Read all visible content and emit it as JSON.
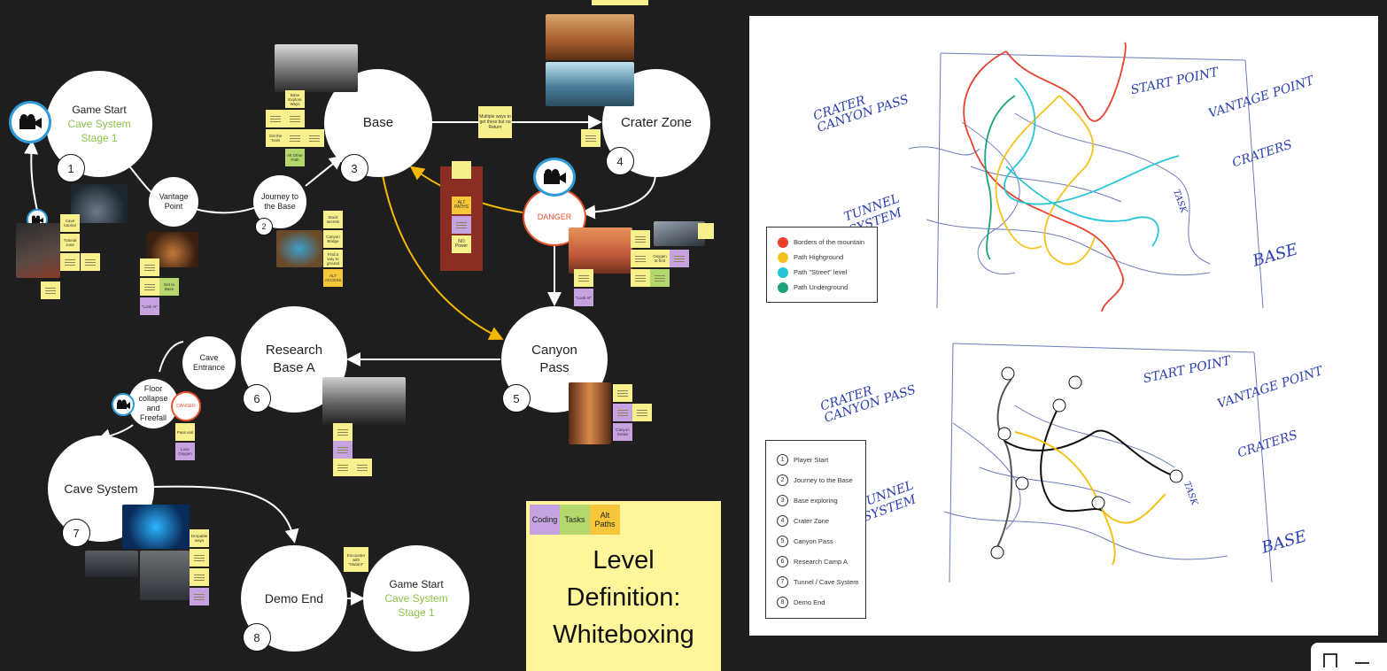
{
  "nodes": {
    "game_start_1": {
      "title": "Game Start",
      "sub1": "Cave System",
      "sub2": "Stage 1",
      "num": "1"
    },
    "vantage": {
      "label": "Vantage Point"
    },
    "journey": {
      "label": "Journey to the Base",
      "num": "2"
    },
    "base": {
      "label": "Base",
      "num": "3"
    },
    "crater": {
      "label": "Crater Zone",
      "num": "4"
    },
    "canyon": {
      "line1": "Canyon",
      "line2": "Pass",
      "num": "5"
    },
    "research": {
      "line1": "Research",
      "line2": "Base A",
      "num": "6"
    },
    "cave_entrance": {
      "line1": "Cave",
      "line2": "Entrance"
    },
    "floor": {
      "label": "Floor collapse and Freefall"
    },
    "cave_system": {
      "label": "Cave System",
      "num": "7"
    },
    "demo_end": {
      "label": "Demo End",
      "num": "8"
    },
    "game_start_2": {
      "title": "Game Start",
      "sub1": "Cave System",
      "sub2": "Stage 1"
    },
    "danger": "DANGER",
    "danger_small": "DANGER"
  },
  "notes": {
    "multiple_ways": "Multiple ways to get there but no Return",
    "alt_paths": "ALT PATHS",
    "no_power": "NO Power",
    "look_at_1": "\"Look At\"",
    "look_at_2": "\"Look At\"",
    "get_to_base": "Get to Base",
    "cave_tutorial": "Cave tutorial",
    "tutorial_zone": "Tutorial zone",
    "base_explore": "Base Explore Ways",
    "get_the_tools": "Get the Tools",
    "alt_other_path": "Alt Other Path",
    "stuck_secrets": "Stuck secrets",
    "canyon_bridge": "Canyon Bridge",
    "find_way": "Find a way to ground",
    "alt_access": "ALT ACCESS",
    "oxygen": "Oxygen at first",
    "canyon_snake": "Canyon Snake",
    "pass_unit": "Pass unit",
    "lose_oxygen": "Lose Oxygen",
    "dropable": "Dropable ways",
    "encounter": "Encounter with \"Mutant\""
  },
  "title_card": {
    "tag1": "Coding",
    "tag2": "Tasks",
    "tag3": "Alt Paths",
    "line1": "Level",
    "line2": "Definition:",
    "line3": "Whiteboxing"
  },
  "legend_top": [
    {
      "label": "Borders of the mountain",
      "color": "#e8412e"
    },
    {
      "label": "Path Highground",
      "color": "#f5c21b"
    },
    {
      "label": "Path \"Street\" level",
      "color": "#27c6d6"
    },
    {
      "label": "Path Underground",
      "color": "#1aa37a"
    }
  ],
  "legend_bottom": [
    {
      "num": "1",
      "label": "Player Start"
    },
    {
      "num": "2",
      "label": "Journey to the Base"
    },
    {
      "num": "3",
      "label": "Base exploring"
    },
    {
      "num": "4",
      "label": "Crater Zone"
    },
    {
      "num": "5",
      "label": "Canyon Pass"
    },
    {
      "num": "6",
      "label": "Research Camp A"
    },
    {
      "num": "7",
      "label": "Tunnel / Cave System"
    },
    {
      "num": "8",
      "label": "Demo End"
    }
  ],
  "sketch_labels": {
    "crater_canyon": "CRATER CANYON PASS",
    "start": "START POINT",
    "vantage": "VANTAGE POINT",
    "craters": "CRATERS",
    "tunnel": "TUNNEL SYSTEM",
    "base": "BASE",
    "task": "TASK"
  },
  "colors": {
    "background": "#1e1e1e",
    "sticky": "#f8f08c",
    "arrow": "#f5b800",
    "camera": "#2f9bd8",
    "danger": "#e8512e"
  }
}
